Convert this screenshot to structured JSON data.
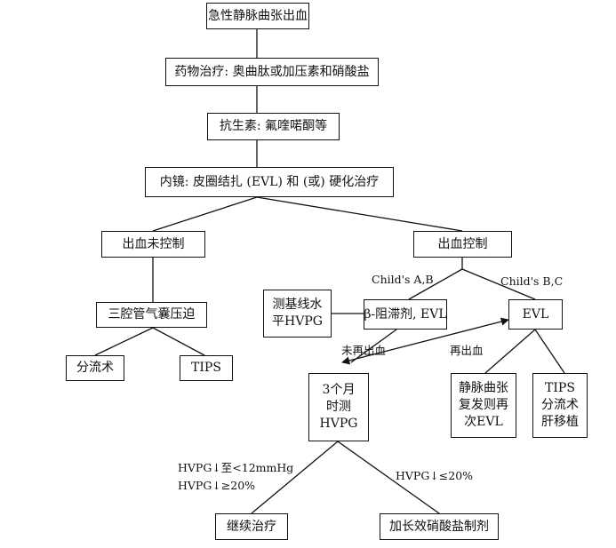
{
  "nodes": {
    "start": "急性静脉曲张出血",
    "drug": "药物治疗: 奥曲肽或加压素和硝酸盐",
    "antibiotic": "抗生素: 氟喹喏酮等",
    "endoscopy": "内镜: 皮圈结扎 (EVL) 和 (或) 硬化治疗",
    "uncontrolled": "出血未控制",
    "controlled": "出血控制",
    "balloon": "三腔管气囊压迫",
    "shunt": "分流术",
    "tips_left": "TIPS",
    "measure_hvpg": "测基线水平HVPG",
    "beta_blocker": "β-阻滞剂, EVL",
    "evl": "EVL",
    "three_month": "3个月时测HVPG",
    "varix_recur": "静脉曲张复发则再次EVL",
    "tips_right": "TIPS分流术肝移植",
    "continue": "继续治疗",
    "add_nitrate": "加长效硝酸盐制剂"
  },
  "edge_labels": {
    "child_ab": "Child's A,B",
    "child_bc": "Child's B,C",
    "no_rebleed": "未再出血",
    "rebleed": "再出血",
    "hvpg_drop_line1": "HVPG↓至<12mmHg",
    "hvpg_drop_line2": "HVPG↓≥20%",
    "hvpg_small_drop": "HVPG↓≤20%"
  }
}
